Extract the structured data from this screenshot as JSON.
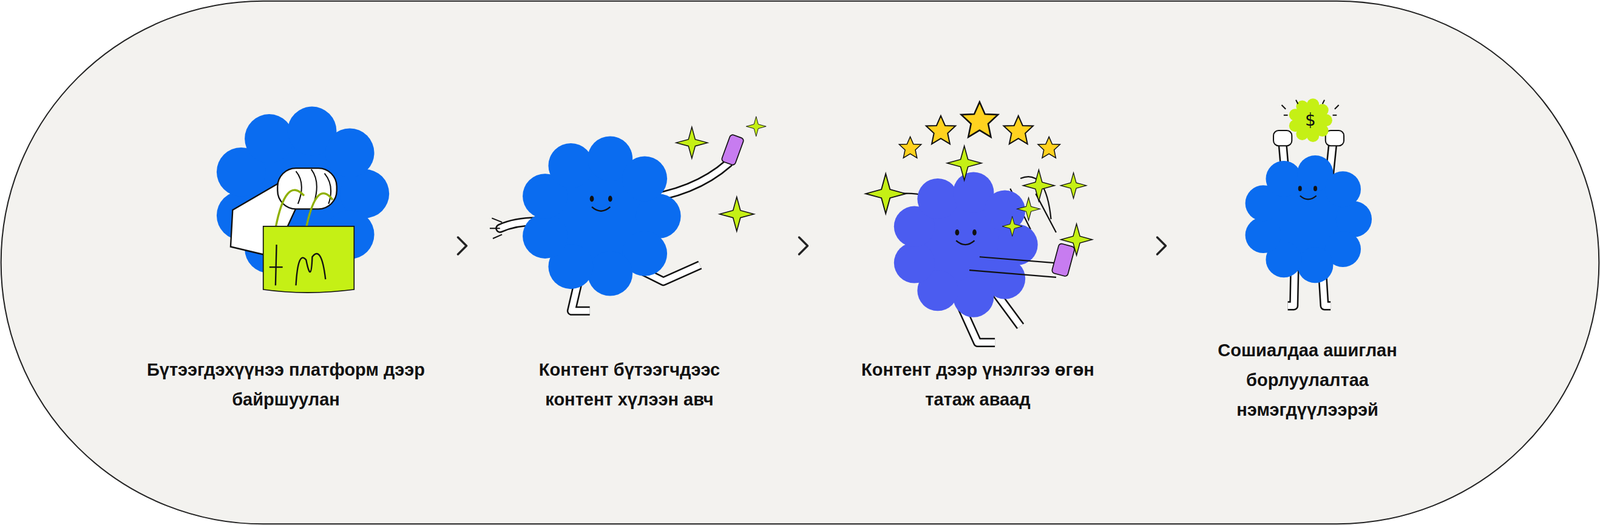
{
  "diagram": {
    "nodes": [
      {
        "text": [
          "Бүтээгдэхүүнээ платформ дээр байршуулан"
        ]
      },
      {
        "text": [
          "Контент бүтээгчдээс контент хүлээн авч"
        ]
      },
      {
        "text": [
          "Контент дээр үнэлгээ өгөн татаж аваад"
        ]
      },
      {
        "text": [
          "Сошиалдаа ашиглан борлуулалтаа нэмэгдүүлээрэй"
        ]
      }
    ],
    "edges": [
      {
        "from": 0,
        "to": 1,
        "arrow": "to"
      },
      {
        "from": 1,
        "to": 2,
        "arrow": "to"
      },
      {
        "from": 2,
        "to": 3,
        "arrow": "to"
      }
    ],
    "labels": [
      "$"
    ]
  }
}
